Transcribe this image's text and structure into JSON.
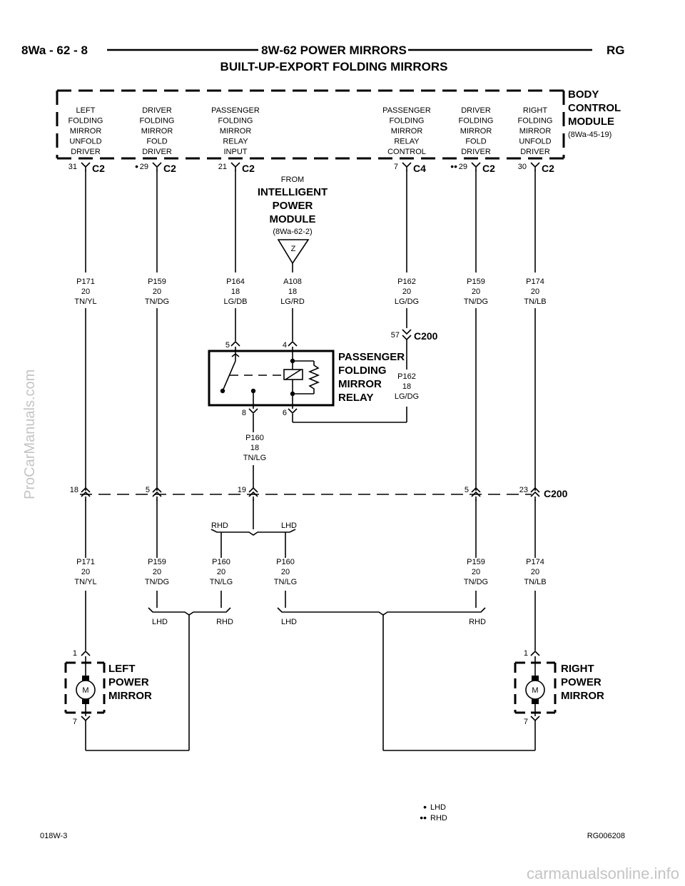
{
  "header": {
    "left": "8Wa - 62 - 8",
    "center": "8W-62 POWER MIRRORS",
    "right": "RG",
    "subtitle": "BUILT-UP-EXPORT FOLDING MIRRORS"
  },
  "bcm": {
    "title_lines": [
      "BODY",
      "CONTROL",
      "MODULE"
    ],
    "ref": "(8Wa-45-19)",
    "outputs": [
      {
        "lines": [
          "LEFT",
          "FOLDING",
          "MIRROR",
          "UNFOLD",
          "DRIVER"
        ],
        "pin": "31",
        "conn": "C2",
        "mark": ""
      },
      {
        "lines": [
          "DRIVER",
          "FOLDING",
          "MIRROR",
          "FOLD",
          "DRIVER"
        ],
        "pin": "29",
        "conn": "C2",
        "mark": "•"
      },
      {
        "lines": [
          "PASSENGER",
          "FOLDING",
          "MIRROR",
          "RELAY",
          "INPUT"
        ],
        "pin": "21",
        "conn": "C2",
        "mark": ""
      },
      {
        "lines": [
          "PASSENGER",
          "FOLDING",
          "MIRROR",
          "RELAY",
          "CONTROL"
        ],
        "pin": "7",
        "conn": "C4",
        "mark": ""
      },
      {
        "lines": [
          "DRIVER",
          "FOLDING",
          "MIRROR",
          "FOLD",
          "DRIVER"
        ],
        "pin": "29",
        "conn": "C2",
        "mark": "••"
      },
      {
        "lines": [
          "RIGHT",
          "FOLDING",
          "MIRROR",
          "UNFOLD",
          "DRIVER"
        ],
        "pin": "30",
        "conn": "C2",
        "mark": ""
      }
    ]
  },
  "ipm": {
    "from": "FROM",
    "title_lines": [
      "INTELLIGENT",
      "POWER",
      "MODULE"
    ],
    "ref": "(8Wa-62-2)",
    "symbol": "Z"
  },
  "wires_upper": [
    {
      "id": "P171",
      "gauge": "20",
      "color": "TN/YL"
    },
    {
      "id": "P159",
      "gauge": "20",
      "color": "TN/DG"
    },
    {
      "id": "P164",
      "gauge": "18",
      "color": "LG/DB"
    },
    {
      "id": "A108",
      "gauge": "18",
      "color": "LG/RD"
    },
    {
      "id": "P162",
      "gauge": "20",
      "color": "LG/DG"
    },
    {
      "id": "P159",
      "gauge": "20",
      "color": "TN/DG"
    },
    {
      "id": "P174",
      "gauge": "20",
      "color": "TN/LB"
    }
  ],
  "relay": {
    "title_lines": [
      "PASSENGER",
      "FOLDING",
      "MIRROR",
      "RELAY"
    ],
    "pins": {
      "top_left": "5",
      "top_right": "4",
      "bottom_left": "8",
      "bottom_right": "6"
    }
  },
  "c200_inline": {
    "pin": "57",
    "label": "C200",
    "wire": {
      "id": "P162",
      "gauge": "18",
      "color": "LG/DG"
    }
  },
  "relay_output_wire": {
    "id": "P160",
    "gauge": "18",
    "color": "TN/LG"
  },
  "c200_row": {
    "label": "C200",
    "pins": [
      "18",
      "5",
      "19",
      "5",
      "23"
    ]
  },
  "split": {
    "left": "RHD",
    "right": "LHD"
  },
  "wires_lower": [
    {
      "id": "P171",
      "gauge": "20",
      "color": "TN/YL"
    },
    {
      "id": "P159",
      "gauge": "20",
      "color": "TN/DG"
    },
    {
      "id": "P160",
      "gauge": "20",
      "color": "TN/LG"
    },
    {
      "id": "P160",
      "gauge": "20",
      "color": "TN/LG"
    },
    {
      "id": "P159",
      "gauge": "20",
      "color": "TN/DG"
    },
    {
      "id": "P174",
      "gauge": "20",
      "color": "TN/LB"
    }
  ],
  "splice_labels": [
    "LHD",
    "RHD",
    "LHD",
    "RHD"
  ],
  "left_mirror": {
    "title_lines": [
      "LEFT",
      "POWER",
      "MIRROR"
    ],
    "pin_top": "1",
    "pin_bottom": "7",
    "motor": "M"
  },
  "right_mirror": {
    "title_lines": [
      "RIGHT",
      "POWER",
      "MIRROR"
    ],
    "pin_top": "1",
    "pin_bottom": "7",
    "motor": "M"
  },
  "legend": [
    {
      "mark": "•",
      "text": "LHD"
    },
    {
      "mark": "••",
      "text": "RHD"
    }
  ],
  "footer": {
    "left": "018W-3",
    "right": "RG006208"
  },
  "watermarks": {
    "side": "ProCarManuals.com",
    "bottom": "carmanualsonline.info"
  }
}
